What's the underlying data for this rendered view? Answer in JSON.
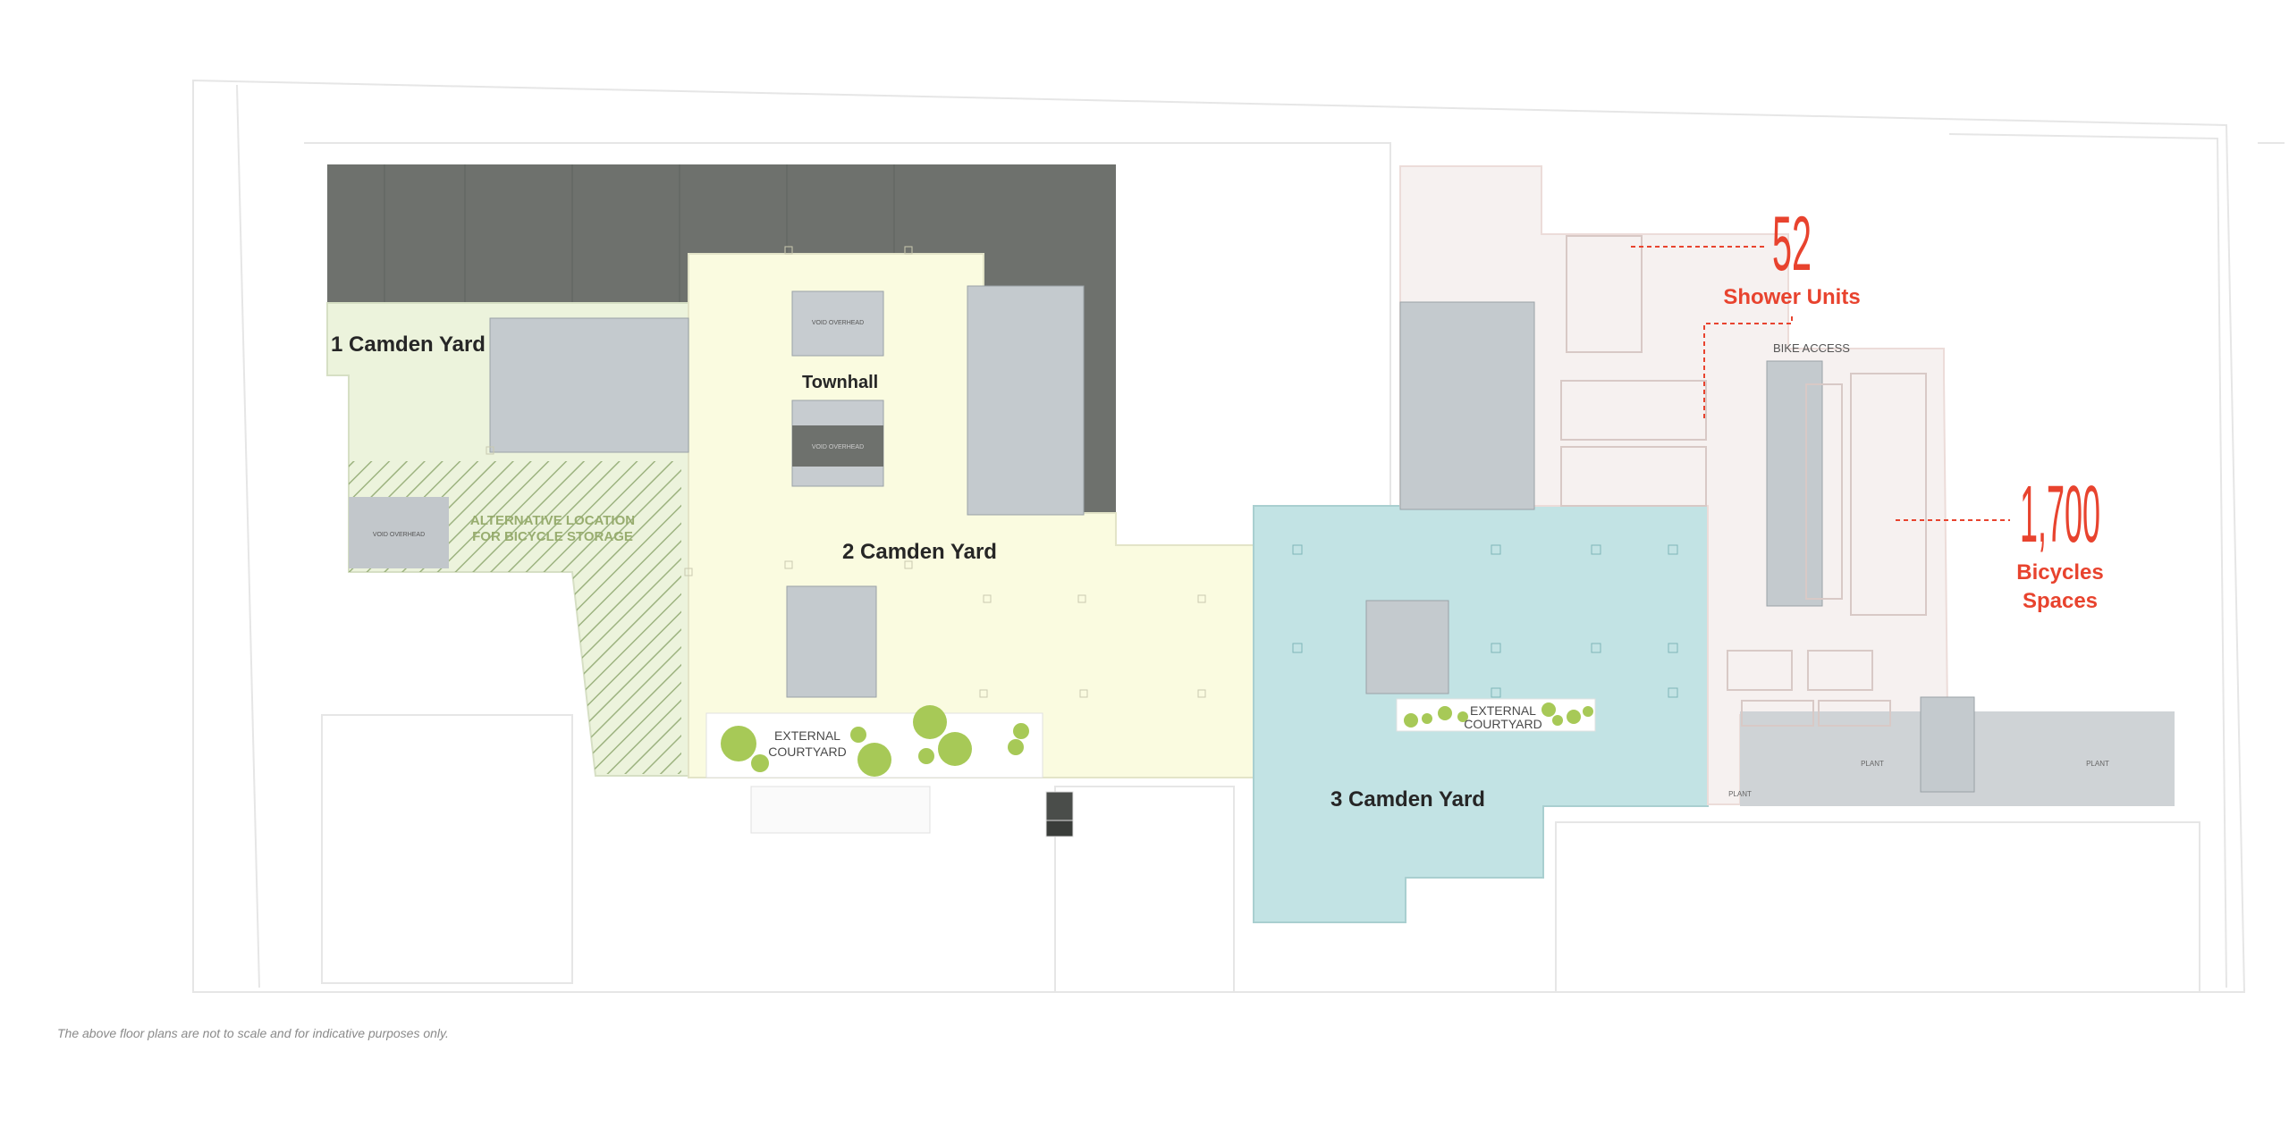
{
  "buildings": {
    "camden1": {
      "label": "1 Camden Yard"
    },
    "camden2": {
      "label": "2 Camden Yard"
    },
    "camden3": {
      "label": "3 Camden Yard"
    },
    "townhall": {
      "label": "Townhall"
    }
  },
  "notes": {
    "alt_location_line1": "ALTERNATIVE LOCATION",
    "alt_location_line2": "FOR BICYCLE STORAGE",
    "courtyard_line1": "EXTERNAL",
    "courtyard_line2": "COURTYARD",
    "bike_access": "BIKE ACCESS",
    "void_overhead": "VOID OVERHEAD",
    "plant": "PLANT"
  },
  "stats": {
    "shower": {
      "value": "52",
      "label": "Shower Units"
    },
    "bicycles": {
      "value": "1,700",
      "label_line1": "Bicycles",
      "label_line2": "Spaces"
    }
  },
  "footer": {
    "disclaimer": "The above floor plans are not to scale and for indicative purposes only."
  },
  "colors": {
    "accent_red": "#e8432e",
    "dark_block": "#6e716d",
    "camden1_fill": "#ecf3dc",
    "camden2_fill": "#fafbe0",
    "camden3_fill": "#c2e3e4",
    "core_grey": "#bfc5c9",
    "tree_green": "#a7c957"
  }
}
